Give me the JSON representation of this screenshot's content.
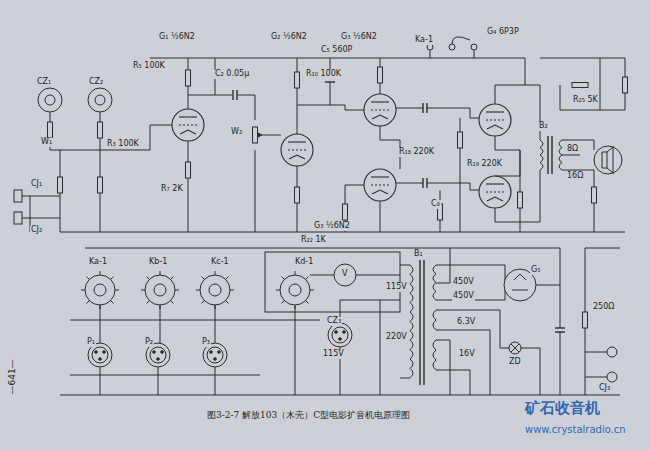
{
  "diagram": {
    "caption": "图3-2-7 解放103（木壳）C型电影扩音机电原理图",
    "labels": [
      "G₁ ½6N2",
      "G₂ ½6N2",
      "G₃ ½6N2",
      "G₄ 6P3P",
      "CZ₁",
      "CZ₂",
      "W₁",
      "R₅ 100K",
      "W₂",
      "R₇ 2K",
      "C₂ 0.05μ",
      "R₁₀ 100K",
      "C₅ 560P",
      "G₃ ½6N2",
      "R₁₈ 220K",
      "R₁₉ 220K",
      "C₉",
      "Ka-1",
      "R₃ 100K",
      "B₂",
      "R₂₅ 5K",
      "8Ω",
      "16Ω",
      "Ka-1",
      "Kb-1",
      "Kc-1",
      "Kd-1",
      "R₂₂ 1K",
      "B₁",
      "V",
      "CZ₃",
      "115V",
      "P₁",
      "P₂",
      "P₃",
      "450V",
      "450V",
      "6.3V",
      "16V",
      "115V",
      "220V",
      "ZD",
      "G₅",
      "250Ω",
      "CJ₁",
      "CJ₂",
      "CJ₃",
      "—641—",
      "矿石收音机",
      "www.crystalradio.cn"
    ]
  }
}
